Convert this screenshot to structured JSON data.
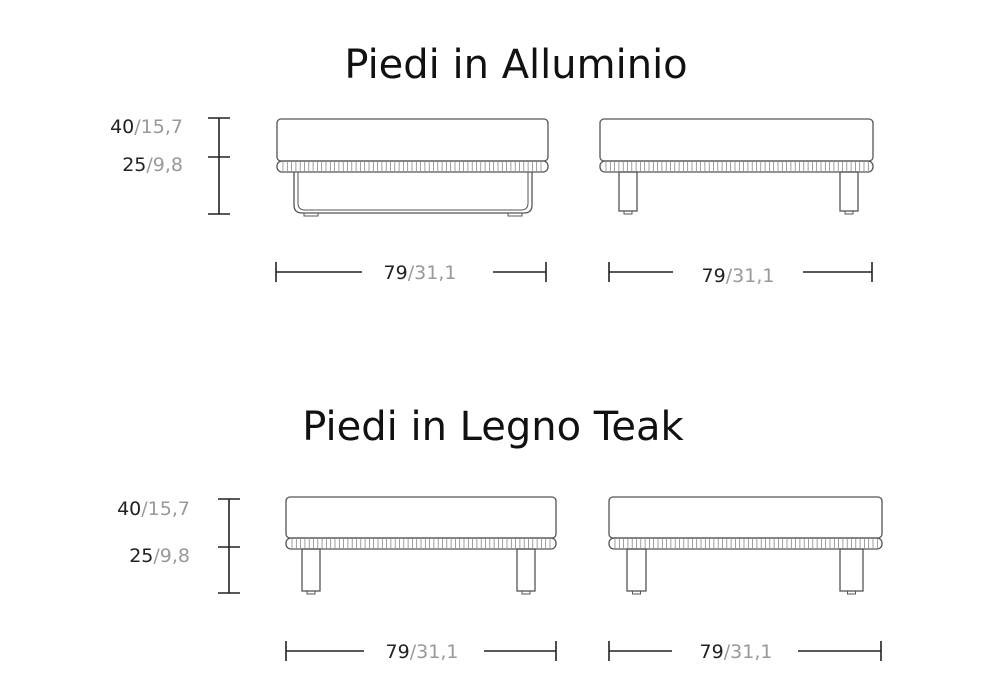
{
  "sections": [
    {
      "title": "Piedi in Alluminio",
      "leg_type": "aluminium",
      "height_total": {
        "cm": "40",
        "in": "/15,7"
      },
      "height_seat": {
        "cm": "25",
        "in": "/9,8"
      },
      "views": [
        {
          "width": {
            "cm": "79",
            "in": "/31,1"
          }
        },
        {
          "width": {
            "cm": "79",
            "in": "/31,1"
          }
        }
      ]
    },
    {
      "title": "Piedi in Legno Teak",
      "leg_type": "teak",
      "height_total": {
        "cm": "40",
        "in": "/15,7"
      },
      "height_seat": {
        "cm": "25",
        "in": "/9,8"
      },
      "views": [
        {
          "width": {
            "cm": "79",
            "in": "/31,1"
          }
        },
        {
          "width": {
            "cm": "79",
            "in": "/31,1"
          }
        }
      ]
    }
  ],
  "colors": {
    "line": "#222222",
    "drawing": "#555555",
    "imperial": "#999999"
  }
}
